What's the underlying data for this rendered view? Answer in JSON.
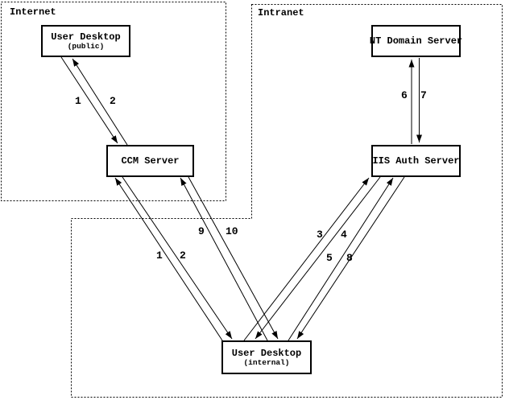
{
  "zones": {
    "internet": {
      "label": "Internet"
    },
    "intranet": {
      "label": "Intranet"
    }
  },
  "nodes": {
    "user_desktop_public": {
      "title": "User Desktop",
      "subtitle": "(public)"
    },
    "ccm_server": {
      "title": "CCM Server"
    },
    "nt_domain_server": {
      "title": "NT Domain Server"
    },
    "iis_auth_server": {
      "title": "IIS Auth Server"
    },
    "user_desktop_internal": {
      "title": "User Desktop",
      "subtitle": "(internal)"
    }
  },
  "edges": [
    {
      "step": "1",
      "from": "User Desktop (public)",
      "to": "CCM Server"
    },
    {
      "step": "2",
      "from": "CCM Server",
      "to": "User Desktop (public)"
    },
    {
      "step": "1",
      "from": "User Desktop (internal)",
      "to": "CCM Server"
    },
    {
      "step": "2",
      "from": "CCM Server",
      "to": "User Desktop (internal)"
    },
    {
      "step": "9",
      "from": "User Desktop (internal)",
      "to": "CCM Server"
    },
    {
      "step": "10",
      "from": "CCM Server",
      "to": "User Desktop (internal)"
    },
    {
      "step": "3",
      "from": "User Desktop (internal)",
      "to": "IIS Auth Server"
    },
    {
      "step": "4",
      "from": "IIS Auth Server",
      "to": "User Desktop (internal)"
    },
    {
      "step": "5",
      "from": "User Desktop (internal)",
      "to": "IIS Auth Server"
    },
    {
      "step": "8",
      "from": "IIS Auth Server",
      "to": "User Desktop (internal)"
    },
    {
      "step": "6",
      "from": "IIS Auth Server",
      "to": "NT Domain Server"
    },
    {
      "step": "7",
      "from": "NT Domain Server",
      "to": "IIS Auth Server"
    }
  ],
  "colors": {
    "line": "#000000",
    "background": "#ffffff"
  }
}
